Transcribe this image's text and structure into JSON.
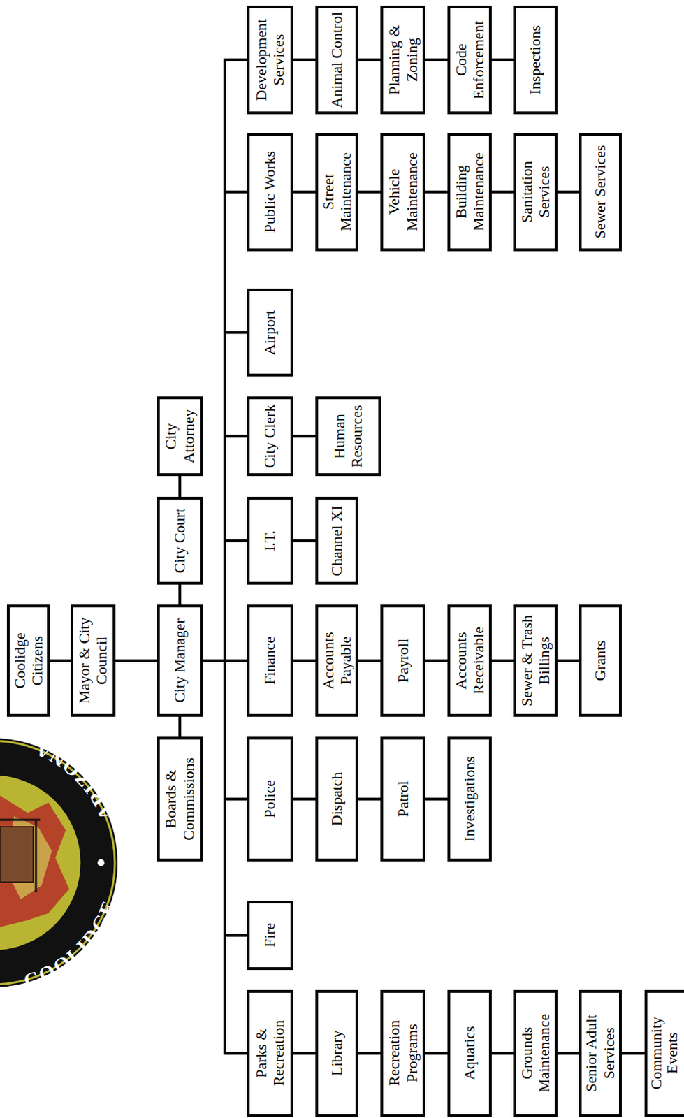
{
  "diagram": {
    "nodes": [
      {
        "text": [
          "Coolidge Citizens"
        ]
      },
      {
        "text": [
          "Mayor & City Council"
        ]
      },
      {
        "text": [
          "Boards & Commissions"
        ]
      },
      {
        "text": [
          "City Manager"
        ]
      },
      {
        "text": [
          "City Court"
        ]
      },
      {
        "text": [
          "City Attorney"
        ]
      },
      {
        "text": [
          "Parks & Recreation"
        ]
      },
      {
        "text": [
          "Library"
        ]
      },
      {
        "text": [
          "Recreation Programs"
        ]
      },
      {
        "text": [
          "Aquatics"
        ]
      },
      {
        "text": [
          "Grounds Maintenance"
        ]
      },
      {
        "text": [
          "Senior Adult Services"
        ]
      },
      {
        "text": [
          "Community Events"
        ]
      },
      {
        "text": [
          "Fire"
        ]
      },
      {
        "text": [
          "Police"
        ]
      },
      {
        "text": [
          "Dispatch"
        ]
      },
      {
        "text": [
          "Patrol"
        ]
      },
      {
        "text": [
          "Investigations"
        ]
      },
      {
        "text": [
          "Finance"
        ]
      },
      {
        "text": [
          "Accounts Payable"
        ]
      },
      {
        "text": [
          "Payroll"
        ]
      },
      {
        "text": [
          "Accounts Receivable"
        ]
      },
      {
        "text": [
          "Sewer & Trash Billings"
        ]
      },
      {
        "text": [
          "Grants"
        ]
      },
      {
        "text": [
          "I.T."
        ]
      },
      {
        "text": [
          "Channel XI"
        ]
      },
      {
        "text": [
          "City Clerk"
        ]
      },
      {
        "text": [
          "Human Resources"
        ]
      },
      {
        "text": [
          "Airport"
        ]
      },
      {
        "text": [
          "Public Works"
        ]
      },
      {
        "text": [
          "Street Maintenance"
        ]
      },
      {
        "text": [
          "Vehicle Maintenance"
        ]
      },
      {
        "text": [
          "Building Maintenance"
        ]
      },
      {
        "text": [
          "Sanitation Services"
        ]
      },
      {
        "text": [
          "Sewer Services"
        ]
      },
      {
        "text": [
          "Development Services"
        ]
      },
      {
        "text": [
          "Animal Control"
        ]
      },
      {
        "text": [
          "Planning & Zoning"
        ]
      },
      {
        "text": [
          "Code Enforcement"
        ]
      },
      {
        "text": [
          "Inspections"
        ]
      }
    ],
    "edges": [
      {
        "from": 0,
        "to": 1,
        "arrow": "none"
      },
      {
        "from": 1,
        "to": 3,
        "arrow": "none"
      },
      {
        "from": 2,
        "to": 3,
        "arrow": "none"
      },
      {
        "from": 3,
        "to": 4,
        "arrow": "none"
      },
      {
        "from": 4,
        "to": 5,
        "arrow": "none"
      },
      {
        "from": 3,
        "to": 6,
        "arrow": "none"
      },
      {
        "from": 3,
        "to": 13,
        "arrow": "none"
      },
      {
        "from": 3,
        "to": 14,
        "arrow": "none"
      },
      {
        "from": 3,
        "to": 18,
        "arrow": "none"
      },
      {
        "from": 3,
        "to": 24,
        "arrow": "none"
      },
      {
        "from": 3,
        "to": 26,
        "arrow": "none"
      },
      {
        "from": 3,
        "to": 28,
        "arrow": "none"
      },
      {
        "from": 3,
        "to": 29,
        "arrow": "none"
      },
      {
        "from": 3,
        "to": 35,
        "arrow": "none"
      },
      {
        "from": 6,
        "to": 7,
        "arrow": "none"
      },
      {
        "from": 7,
        "to": 8,
        "arrow": "none"
      },
      {
        "from": 8,
        "to": 9,
        "arrow": "none"
      },
      {
        "from": 9,
        "to": 10,
        "arrow": "none"
      },
      {
        "from": 10,
        "to": 11,
        "arrow": "none"
      },
      {
        "from": 11,
        "to": 12,
        "arrow": "none"
      },
      {
        "from": 14,
        "to": 15,
        "arrow": "none"
      },
      {
        "from": 15,
        "to": 16,
        "arrow": "none"
      },
      {
        "from": 16,
        "to": 17,
        "arrow": "none"
      },
      {
        "from": 18,
        "to": 19,
        "arrow": "none"
      },
      {
        "from": 19,
        "to": 20,
        "arrow": "none"
      },
      {
        "from": 20,
        "to": 21,
        "arrow": "none"
      },
      {
        "from": 21,
        "to": 22,
        "arrow": "none"
      },
      {
        "from": 22,
        "to": 23,
        "arrow": "none"
      },
      {
        "from": 24,
        "to": 25,
        "arrow": "none"
      },
      {
        "from": 26,
        "to": 27,
        "arrow": "none"
      },
      {
        "from": 29,
        "to": 30,
        "arrow": "none"
      },
      {
        "from": 30,
        "to": 31,
        "arrow": "none"
      },
      {
        "from": 31,
        "to": 32,
        "arrow": "none"
      },
      {
        "from": 32,
        "to": 33,
        "arrow": "none"
      },
      {
        "from": 33,
        "to": 34,
        "arrow": "none"
      },
      {
        "from": 35,
        "to": 36,
        "arrow": "none"
      },
      {
        "from": 36,
        "to": 37,
        "arrow": "none"
      },
      {
        "from": 37,
        "to": 38,
        "arrow": "none"
      },
      {
        "from": 38,
        "to": 39,
        "arrow": "none"
      }
    ],
    "labels": [
      "COOLIDGE",
      "ARIZONA"
    ]
  }
}
